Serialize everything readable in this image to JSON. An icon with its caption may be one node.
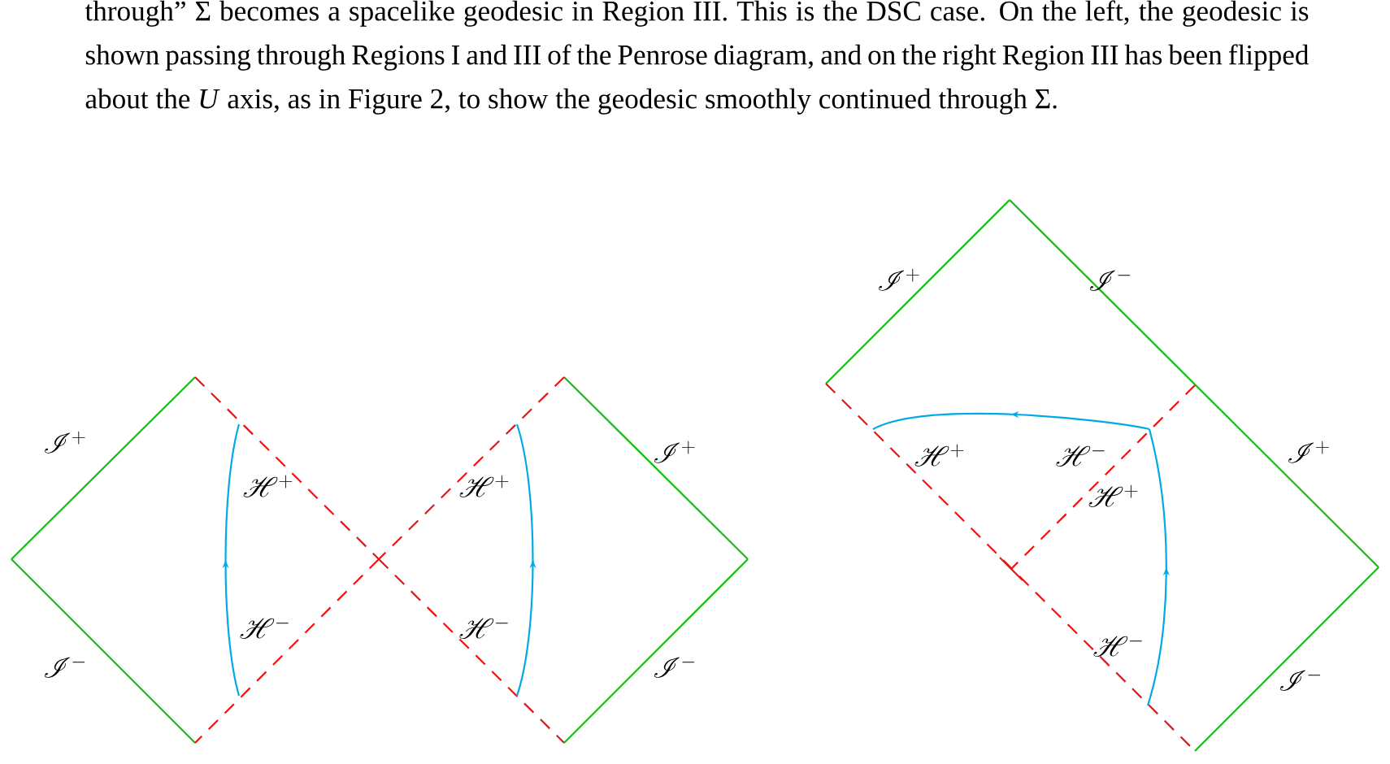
{
  "diagram": {
    "caption": "through” Σ becomes a spacelike geodesic in Region III. This is the DSC case. On the left, the geodesic is shown passing through Regions I and III of the Penrose diagram, and on the right Region III has been flipped about the *U* axis, as in Figure 2, to show the geodesic smoothly continued through Σ.",
    "labels": [
      "\\mathscr{I}^+",
      "\\mathscr{I}^-",
      "\\mathscr{I}^+",
      "\\mathscr{H}^+",
      "\\mathscr{H}^+",
      "\\mathscr{I}^+",
      "\\mathscr{H}^+",
      "\\mathscr{H}^-",
      "\\mathscr{H}^+",
      "\\mathscr{I}^+",
      "\\mathscr{H}^-",
      "\\mathscr{H}^-",
      "\\mathscr{H}^-",
      "\\mathscr{I}^-",
      "\\mathscr{I}^-",
      "\\mathscr{I}^-"
    ]
  }
}
